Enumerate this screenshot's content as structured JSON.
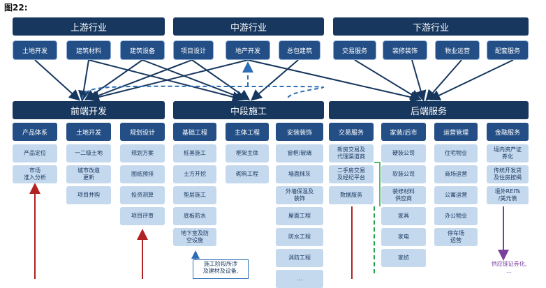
{
  "figure_label": "图22:",
  "bands": [
    {
      "label": "上游行业"
    },
    {
      "label": "中游行业"
    },
    {
      "label": "下游行业"
    }
  ],
  "tier1": [
    {
      "label": "土地开发"
    },
    {
      "label": "建筑材料"
    },
    {
      "label": "建筑设备"
    },
    {
      "label": "项目设计"
    },
    {
      "label": "地产开发"
    },
    {
      "label": "总包建筑"
    },
    {
      "label": "交易服务"
    },
    {
      "label": "装修装饰"
    },
    {
      "label": "物业运营"
    },
    {
      "label": "配套服务"
    }
  ],
  "sections": [
    {
      "label": "前端开发"
    },
    {
      "label": "中段施工"
    },
    {
      "label": "后端服务"
    }
  ],
  "columns": [
    {
      "header": "产品体系",
      "items": [
        "产品定位",
        "市场\n准入分析"
      ]
    },
    {
      "header": "土地开发",
      "items": [
        "一二级土地",
        "城市改造\n更新",
        "项目并购"
      ]
    },
    {
      "header": "规划设计",
      "items": [
        "规划方案",
        "图纸预排",
        "投资测算",
        "项目评审"
      ]
    },
    {
      "header": "基础工程",
      "items": [
        "桩基施工",
        "土方开挖",
        "垫层施工",
        "底板防水",
        "地下室及防\n空设施"
      ]
    },
    {
      "header": "主体工程",
      "items": [
        "框架主体",
        "砌筑工程"
      ]
    },
    {
      "header": "安装装饰",
      "items": [
        "窗框/玻璃",
        "墙面抹灰",
        "外墙保温及\n装饰",
        "屋面工程",
        "防水工程",
        "消防工程",
        "…"
      ]
    },
    {
      "header": "交易服务",
      "items": [
        "新房交易及\n代理渠道商",
        "二手房交易\n及经纪平台",
        "数据服务"
      ]
    },
    {
      "header": "家装/后市",
      "items": [
        "硬装公司",
        "软装公司",
        "装修材料\n供应商",
        "家具",
        "家电",
        "家纺"
      ]
    },
    {
      "header": "运营管理",
      "items": [
        "住宅物业",
        "商场运营",
        "公寓运营",
        "办公物业",
        "停车场\n运营"
      ]
    },
    {
      "header": "金融服务",
      "items": [
        "境内资产证\n券化",
        "传统开发贷\n及住房按揭",
        "境外REITs\n/美元债"
      ]
    }
  ],
  "notes": {
    "construction": "施工阶段所涉\n及建材及设备,\n…",
    "supply_chain": "供应链证券化,\n…"
  },
  "colors": {
    "band": "#17375e",
    "tier1": "#244f86",
    "header": "#244f86",
    "cell": "#c5d9ee",
    "arrow": "#17375e",
    "red": "#b22222",
    "purple": "#7b3fa0",
    "green": "#22a34a"
  }
}
